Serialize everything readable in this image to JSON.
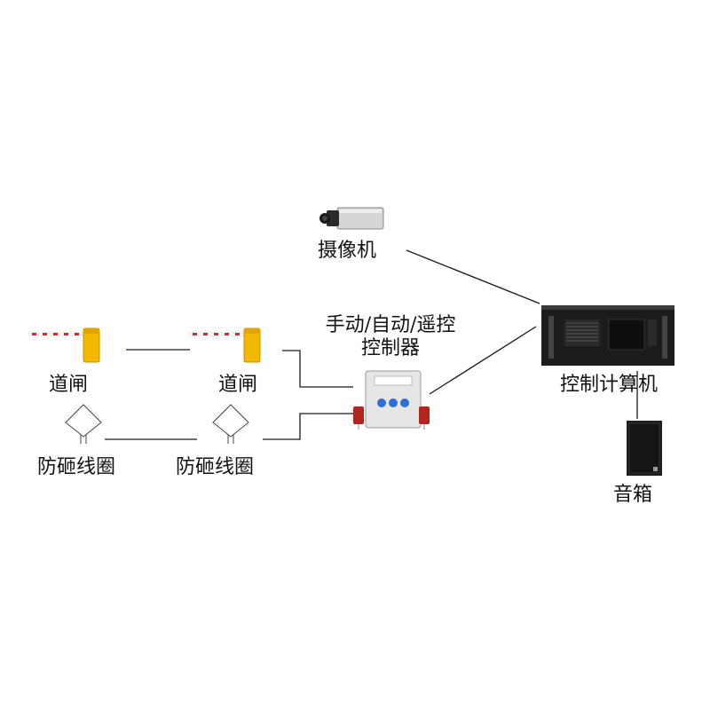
{
  "nodes": {
    "camera": {
      "label": "摄像机"
    },
    "computer": {
      "label": "控制计算机"
    },
    "speaker": {
      "label": "音箱"
    },
    "controller": {
      "label_line1": "手动/自动/遥控",
      "label_line2": "控制器"
    },
    "gate_1": {
      "label": "道闸"
    },
    "gate_2": {
      "label": "道闸"
    },
    "loop_1": {
      "label": "防砸线圈"
    },
    "loop_2": {
      "label": "防砸线圈"
    }
  },
  "colors": {
    "line": "#1a1a1a",
    "gate_yellow": "#f5b800",
    "gate_arm_stripe": "#d22b2b",
    "computer_body": "#1c1c1c",
    "controller_body": "#e6e6e6",
    "controller_button": "#2f6fd6",
    "remote_red": "#b3261e"
  },
  "links": [
    [
      "camera",
      "computer"
    ],
    [
      "controller",
      "computer"
    ],
    [
      "computer",
      "speaker"
    ],
    [
      "gate_1",
      "gate_2"
    ],
    [
      "gate_2",
      "controller"
    ],
    [
      "loop_1",
      "loop_2"
    ],
    [
      "loop_2",
      "controller"
    ]
  ]
}
